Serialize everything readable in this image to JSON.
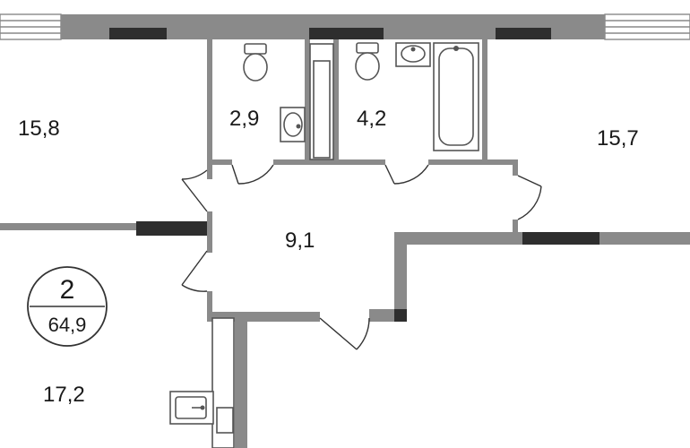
{
  "plan": {
    "rooms": [
      {
        "id": "room-left-top",
        "area": "15,8"
      },
      {
        "id": "wc",
        "area": "2,9"
      },
      {
        "id": "bathroom",
        "area": "4,2"
      },
      {
        "id": "room-right",
        "area": "15,7"
      },
      {
        "id": "hallway",
        "area": "9,1"
      },
      {
        "id": "kitchen",
        "area": "17,2"
      }
    ],
    "badge": {
      "rooms_count": "2",
      "total_area": "64,9"
    }
  }
}
